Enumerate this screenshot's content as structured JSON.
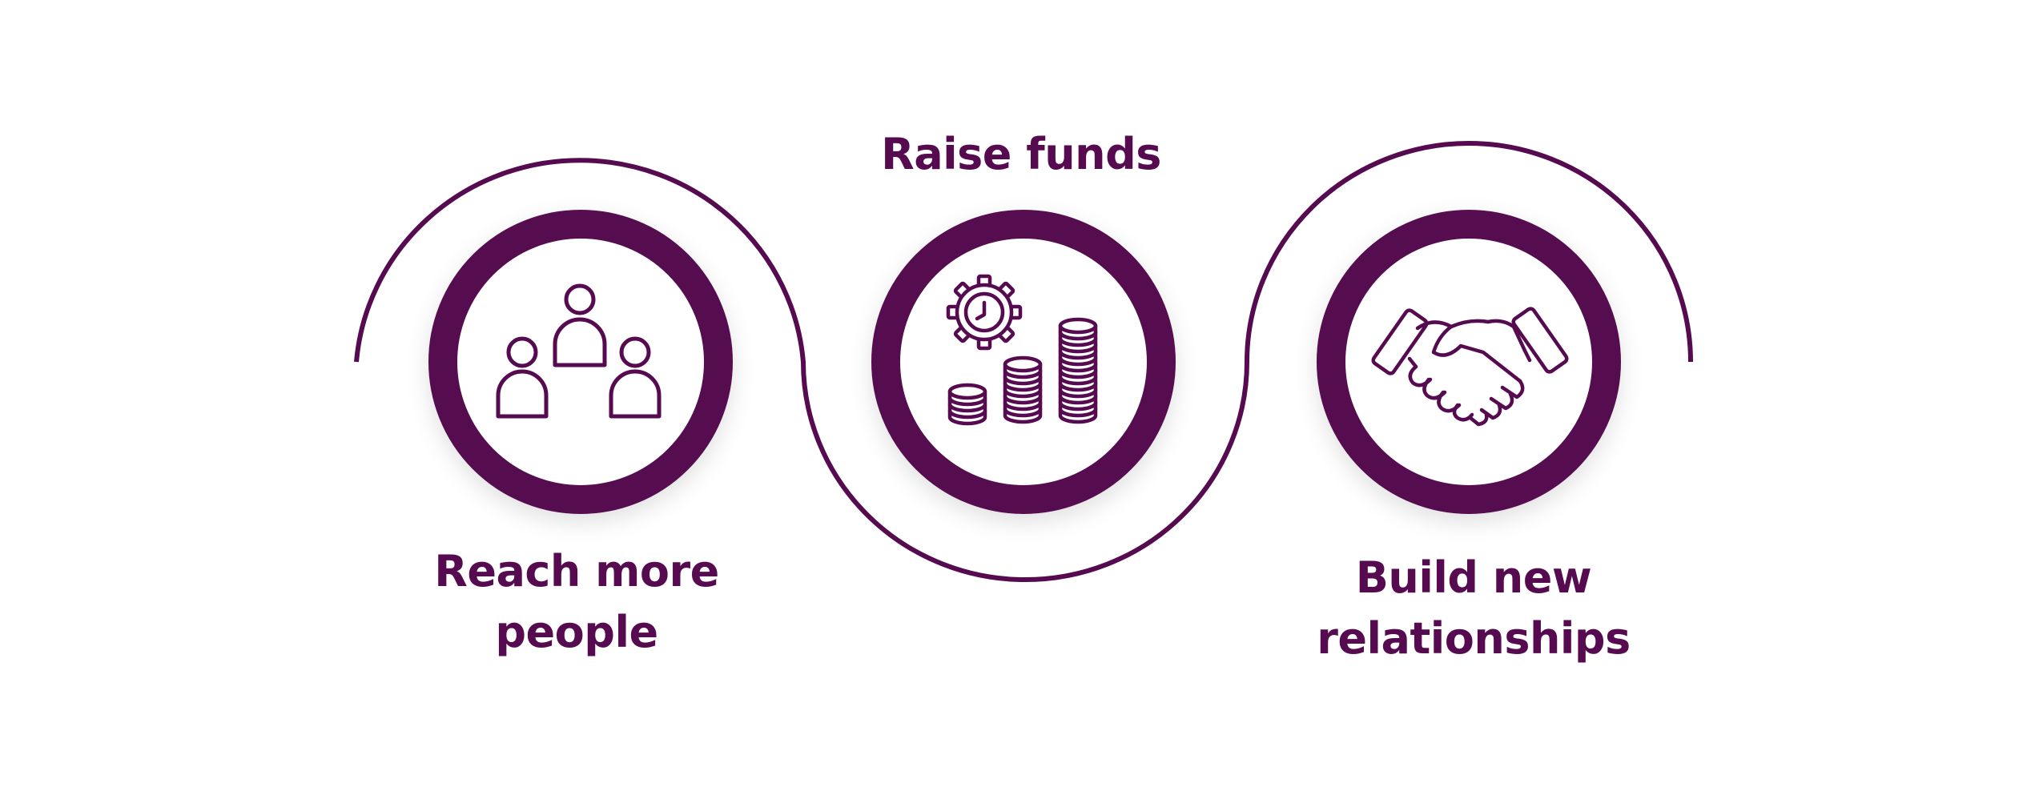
{
  "colors": {
    "primary": "#560a4f",
    "disc": "#ffffff"
  },
  "items": [
    {
      "icon": "people-icon",
      "label_lines": [
        "Reach more",
        "people"
      ]
    },
    {
      "icon": "coins-growth-icon",
      "label_lines": [
        "Raise funds"
      ]
    },
    {
      "icon": "handshake-icon",
      "label_lines": [
        "Build new",
        "relationships"
      ]
    }
  ]
}
